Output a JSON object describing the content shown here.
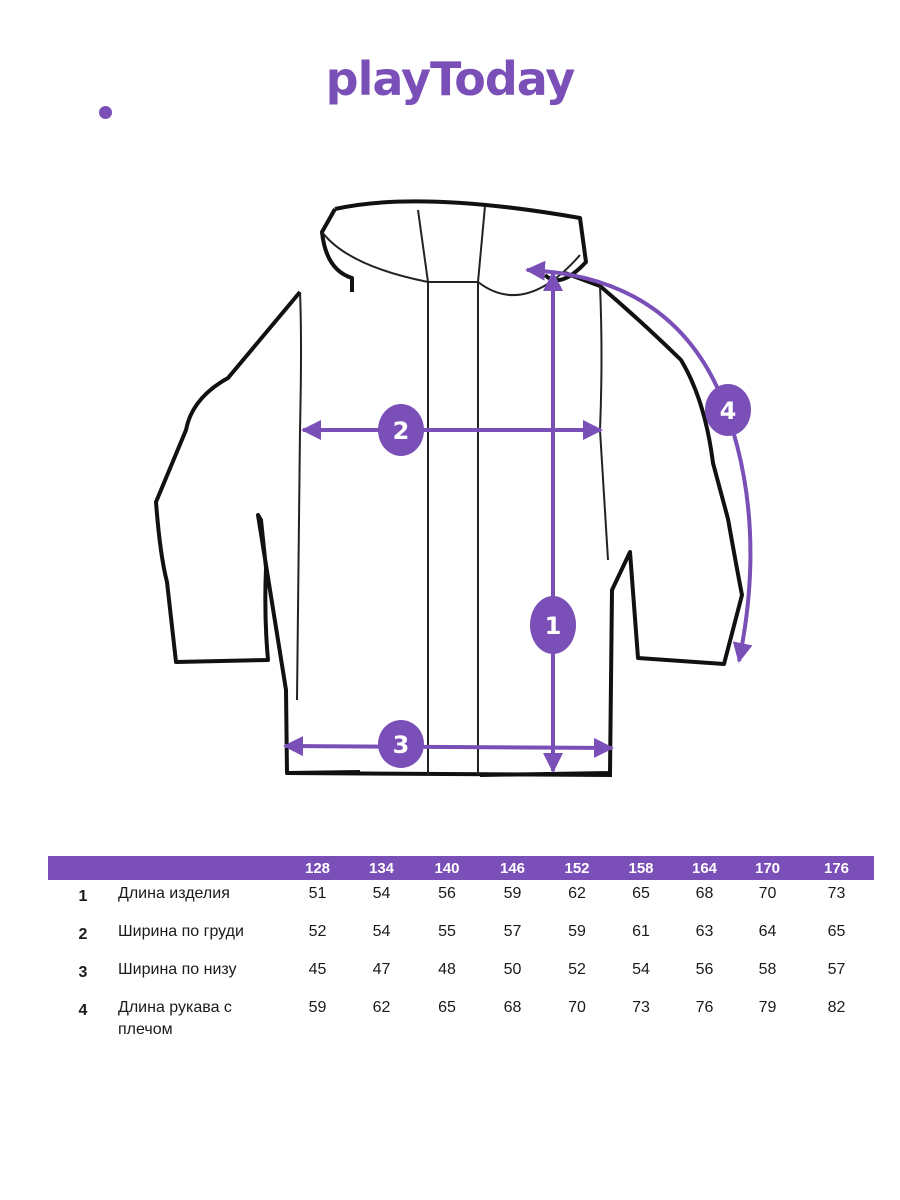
{
  "brand": {
    "logo_text": "playToday",
    "accent": "#7a4fb8"
  },
  "markers": [
    {
      "number": "1",
      "meaning": "Длина изделия"
    },
    {
      "number": "2",
      "meaning": "Ширина по груди"
    },
    {
      "number": "3",
      "meaning": "Ширина по низу"
    },
    {
      "number": "4",
      "meaning": "Длина рукава с плечом"
    }
  ],
  "table": {
    "header_sizes": [
      "128",
      "134",
      "140",
      "146",
      "152",
      "158",
      "164",
      "170",
      "176"
    ],
    "rows": [
      {
        "num": "1",
        "name": "Длина изделия",
        "values": [
          "51",
          "54",
          "56",
          "59",
          "62",
          "65",
          "68",
          "70",
          "73"
        ]
      },
      {
        "num": "2",
        "name": "Ширина по груди",
        "values": [
          "52",
          "54",
          "55",
          "57",
          "59",
          "61",
          "63",
          "64",
          "65"
        ]
      },
      {
        "num": "3",
        "name": "Ширина по низу",
        "values": [
          "45",
          "47",
          "48",
          "50",
          "52",
          "54",
          "56",
          "58",
          "57"
        ]
      },
      {
        "num": "4",
        "name": "Длина рукава с плечом",
        "values": [
          "59",
          "62",
          "65",
          "68",
          "70",
          "73",
          "76",
          "79",
          "82"
        ]
      }
    ]
  }
}
